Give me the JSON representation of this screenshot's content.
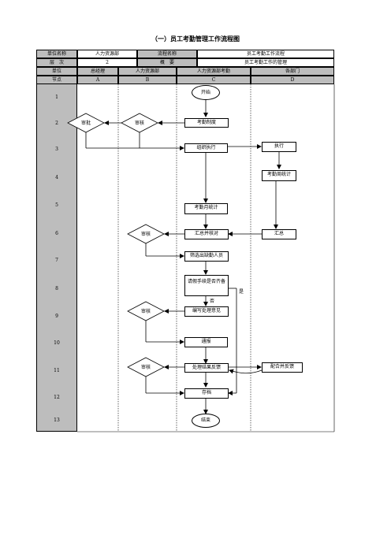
{
  "title": "（一）员工考勤管理工作流程图",
  "header": {
    "r1": {
      "k1": "单位名称",
      "v1": "人力资源部",
      "k2": "流程名称",
      "v2": "员工考勤工作流程"
    },
    "r2": {
      "k1": "层　次",
      "v1": "2",
      "k2": "概　要",
      "v2": "员工考勤工作的管理"
    },
    "r3": {
      "label": "单位",
      "a": "总经理",
      "b": "人力资源部",
      "c": "人力资源部考勤",
      "d": "各部门"
    },
    "r4": {
      "label": "节点",
      "a": "A",
      "b": "B",
      "c": "C",
      "d": "D"
    }
  },
  "rows": [
    "1",
    "2",
    "3",
    "4",
    "5",
    "6",
    "7",
    "8",
    "9",
    "10",
    "11",
    "12",
    "13"
  ],
  "nodes": {
    "start": "开始",
    "attendance_system": "考勤制度",
    "approve_gm": "审批",
    "review_b2": "审核",
    "organize": "组织执行",
    "execute": "执行",
    "att_stats": "考勤周统计",
    "monthly_stats": "考勤月统计",
    "summarize_dept": "汇总",
    "summary_check": "汇总并核对",
    "review_b6": "审核",
    "screen_absent": "筛选出缺勤人员",
    "leave_check": "请假手续是否齐备",
    "yes": "是",
    "no": "否",
    "review_b9": "审核",
    "handling_opinion": "编写处理意见",
    "notify": "通报",
    "review_b11": "审核",
    "result_feedback": "处理结果反馈",
    "cooperate_feedback": "配合并反馈",
    "archive": "存档",
    "end": "结束"
  }
}
